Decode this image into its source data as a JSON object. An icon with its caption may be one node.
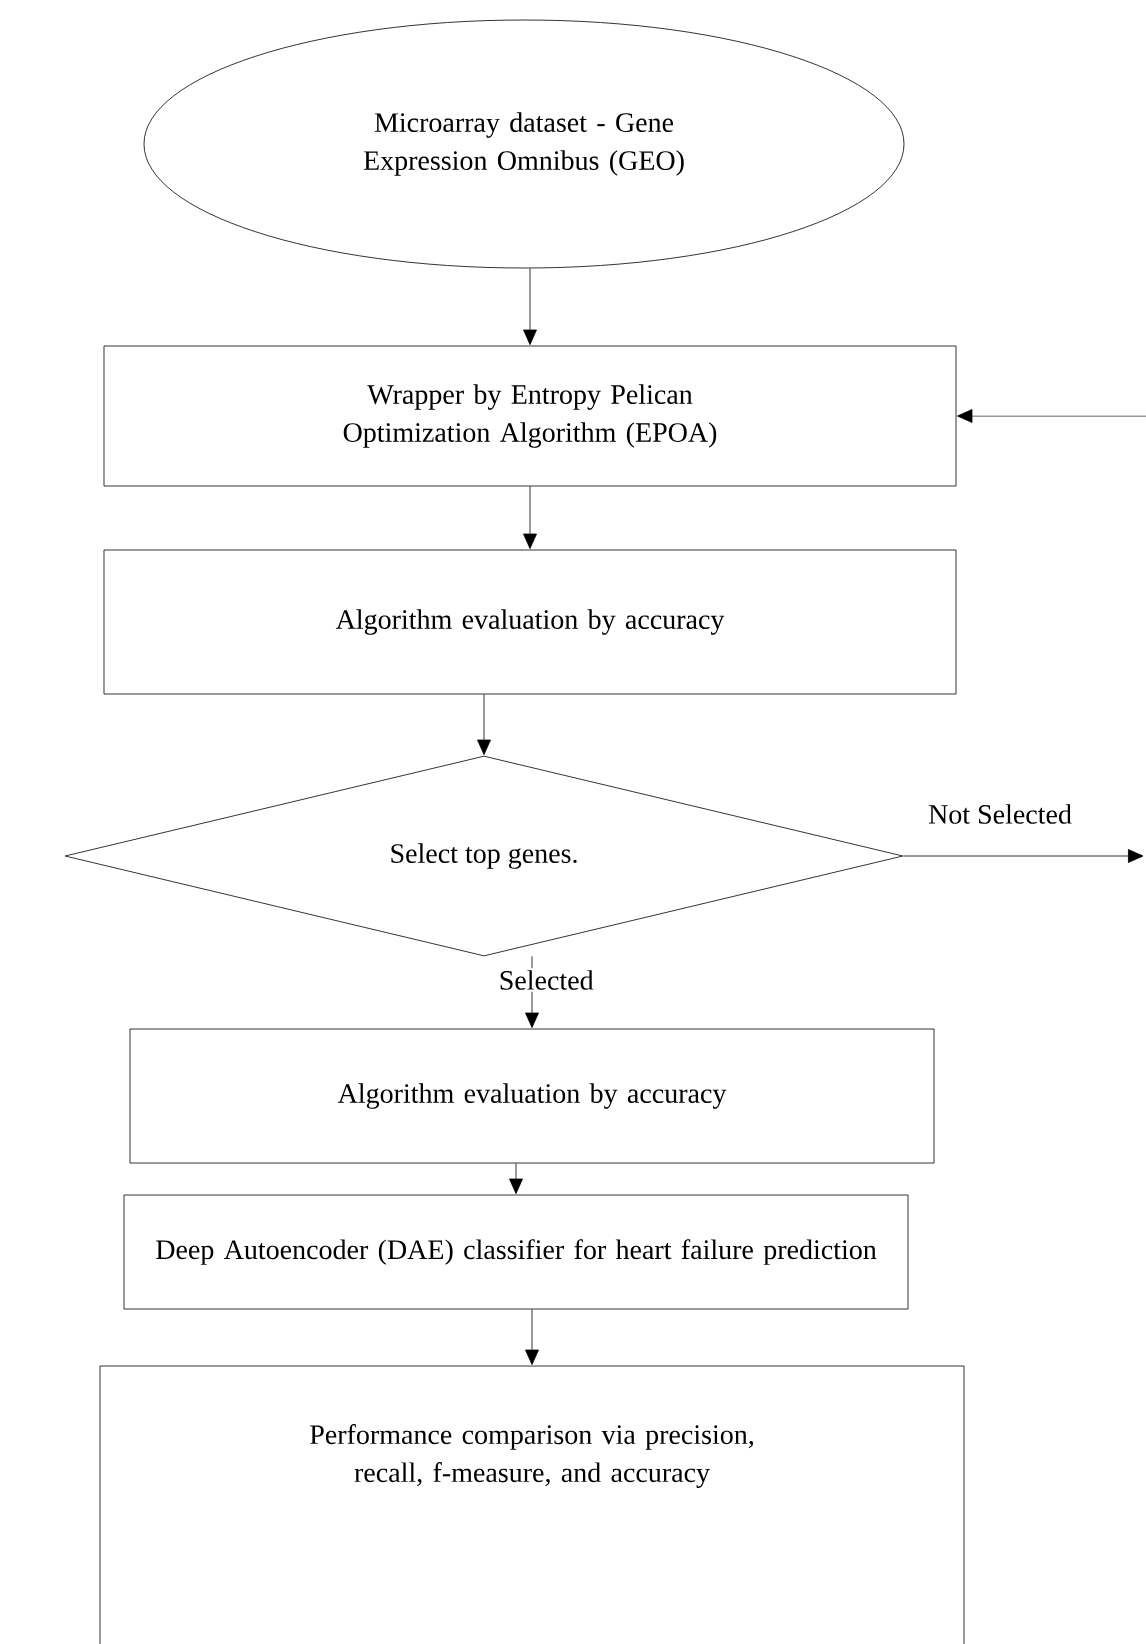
{
  "diagram": {
    "nodes": [
      {
        "text": [
          "Microarray dataset - Gene Expression Omnibus (GEO)"
        ]
      },
      {
        "text": [
          "Wrapper by Entropy Pelican Optimization Algorithm (EPOA)"
        ]
      },
      {
        "text": [
          "Algorithm evaluation by accuracy"
        ]
      },
      {
        "text": [
          "Select top genes."
        ]
      },
      {
        "text": [
          "Algorithm evaluation by accuracy"
        ]
      },
      {
        "text": [
          "Deep Autoencoder (DAE) classifier for heart failure prediction"
        ]
      },
      {
        "text": [
          "Performance comparison via precision, recall, f-measure, and accuracy"
        ]
      }
    ],
    "edges": [
      {
        "from": 0,
        "to": 1,
        "arrow": "to"
      },
      {
        "from": 1,
        "to": 2,
        "arrow": "to"
      },
      {
        "from": 2,
        "to": 3,
        "arrow": "to"
      },
      {
        "from": 3,
        "to": 4,
        "arrow": "to",
        "label": "Selected"
      },
      {
        "from": 4,
        "to": 5,
        "arrow": "to"
      },
      {
        "from": 5,
        "to": 6,
        "arrow": "to"
      },
      {
        "from": 3,
        "to": null,
        "arrow": "to",
        "label": "Not Selected"
      },
      {
        "from": null,
        "to": 1,
        "arrow": "to"
      }
    ]
  }
}
